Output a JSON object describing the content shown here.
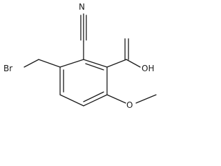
{
  "structure": {
    "atoms": {
      "N": "N",
      "Br": "Br",
      "OH": "OH",
      "O": "O"
    }
  }
}
